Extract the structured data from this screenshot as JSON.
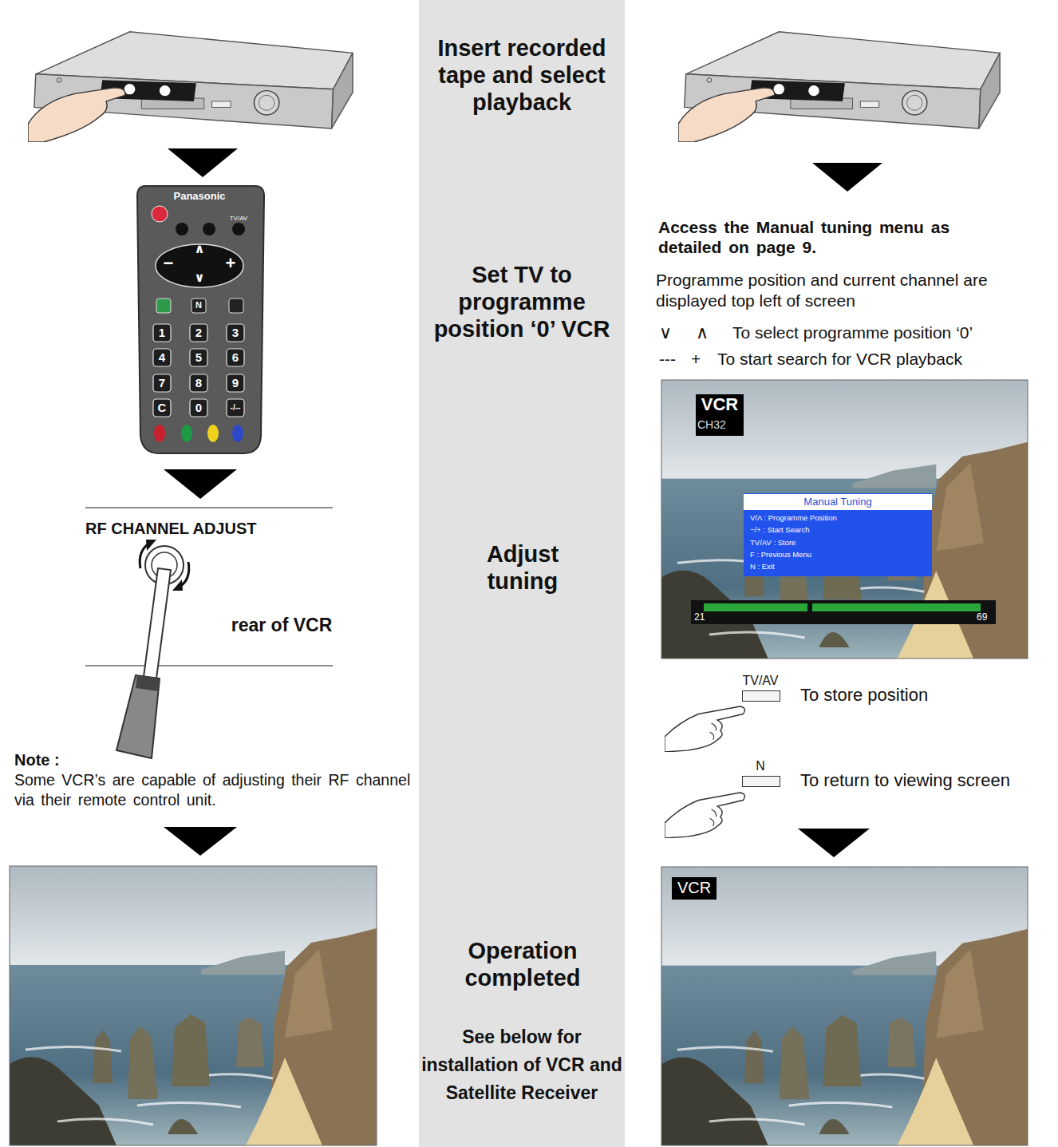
{
  "diagram": {
    "nodes": [
      {
        "text": [
          "Panasonic",
          "TV/AV",
          "∧",
          "−",
          "+",
          "∨",
          "N",
          "1",
          "2",
          "3",
          "4",
          "5",
          "6",
          "7",
          "8",
          "9",
          "C",
          "0",
          "-/--"
        ]
      },
      {
        "text": [
          "Insert recorded tape and select playback",
          "Set TV to programme position ‘0’ VCR",
          "Adjust tuning",
          "Operation completed",
          "See below for installation of VCR and Satellite Receiver"
        ]
      },
      {
        "text": [
          "VCR",
          "CH32"
        ]
      },
      {
        "text": [
          "Manual Tuning",
          "V/Λ : Programme Position",
          "−/+ : Start Search",
          "TV/AV : Store",
          "F : Previous Menu",
          "N : Exit"
        ]
      },
      {
        "text": [
          "TV/AV"
        ]
      },
      {
        "text": [
          "N"
        ]
      },
      {
        "text": [
          "VCR"
        ]
      }
    ],
    "labels": [
      "RF CHANNEL ADJUST",
      "rear of VCR",
      "Note :",
      "Some VCR’s are capable of adjusting their RF channel via their remote control unit.",
      "Access the Manual tuning menu as detailed on page 9.",
      "Programme position and current channel are displayed top left of screen",
      "∨",
      "∧",
      "To select programme position ‘0’",
      "---",
      "+",
      "To start search for VCR playback",
      "21",
      "69",
      "To store position",
      "To return to viewing screen"
    ]
  }
}
